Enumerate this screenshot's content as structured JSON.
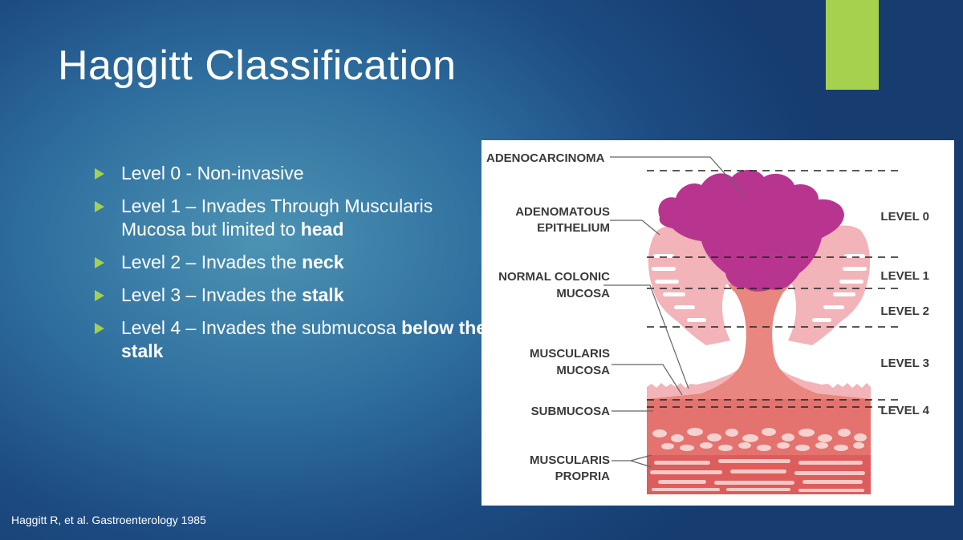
{
  "slide": {
    "title": "Haggitt Classification",
    "accent_color": "#a6d14f",
    "citation": "Haggitt R, et al. Gastroenterology 1985",
    "bullets": [
      {
        "pre": "Level 0 - Non-invasive",
        "bold": "",
        "post": ""
      },
      {
        "pre": "Level 1 – Invades Through Muscularis Mucosa but limited to ",
        "bold": "head",
        "post": ""
      },
      {
        "pre": "Level 2 – Invades the ",
        "bold": "neck",
        "post": ""
      },
      {
        "pre": "Level 3 – Invades the ",
        "bold": "stalk",
        "post": ""
      },
      {
        "pre": "Level 4 – Invades the submucosa ",
        "bold": "below the stalk",
        "post": ""
      }
    ]
  },
  "diagram": {
    "structure_labels": {
      "adenocarcinoma": "ADENOCARCINOMA",
      "adenomatous_1": "ADENOMATOUS",
      "adenomatous_2": "EPITHELIUM",
      "normal_1": "NORMAL COLONIC",
      "normal_2": "MUCOSA",
      "muscularis_mucosa_1": "MUSCULARIS",
      "muscularis_mucosa_2": "MUCOSA",
      "submucosa": "SUBMUCOSA",
      "muscularis_propria_1": "MUSCULARIS",
      "muscularis_propria_2": "PROPRIA"
    },
    "levels": {
      "level0": "LEVEL 0",
      "level1": "LEVEL 1",
      "level2": "LEVEL 2",
      "level3": "LEVEL 3",
      "level4": "LEVEL 4"
    },
    "colors": {
      "adenocarcinoma": "#b8358f",
      "epithelium": "#f2b4b8",
      "stalk": "#e8867f",
      "submucosa": "#e4736f",
      "muscularis_propria": "#dc5d5c",
      "muscularis_propria_bands": "#f4c9c6"
    }
  }
}
